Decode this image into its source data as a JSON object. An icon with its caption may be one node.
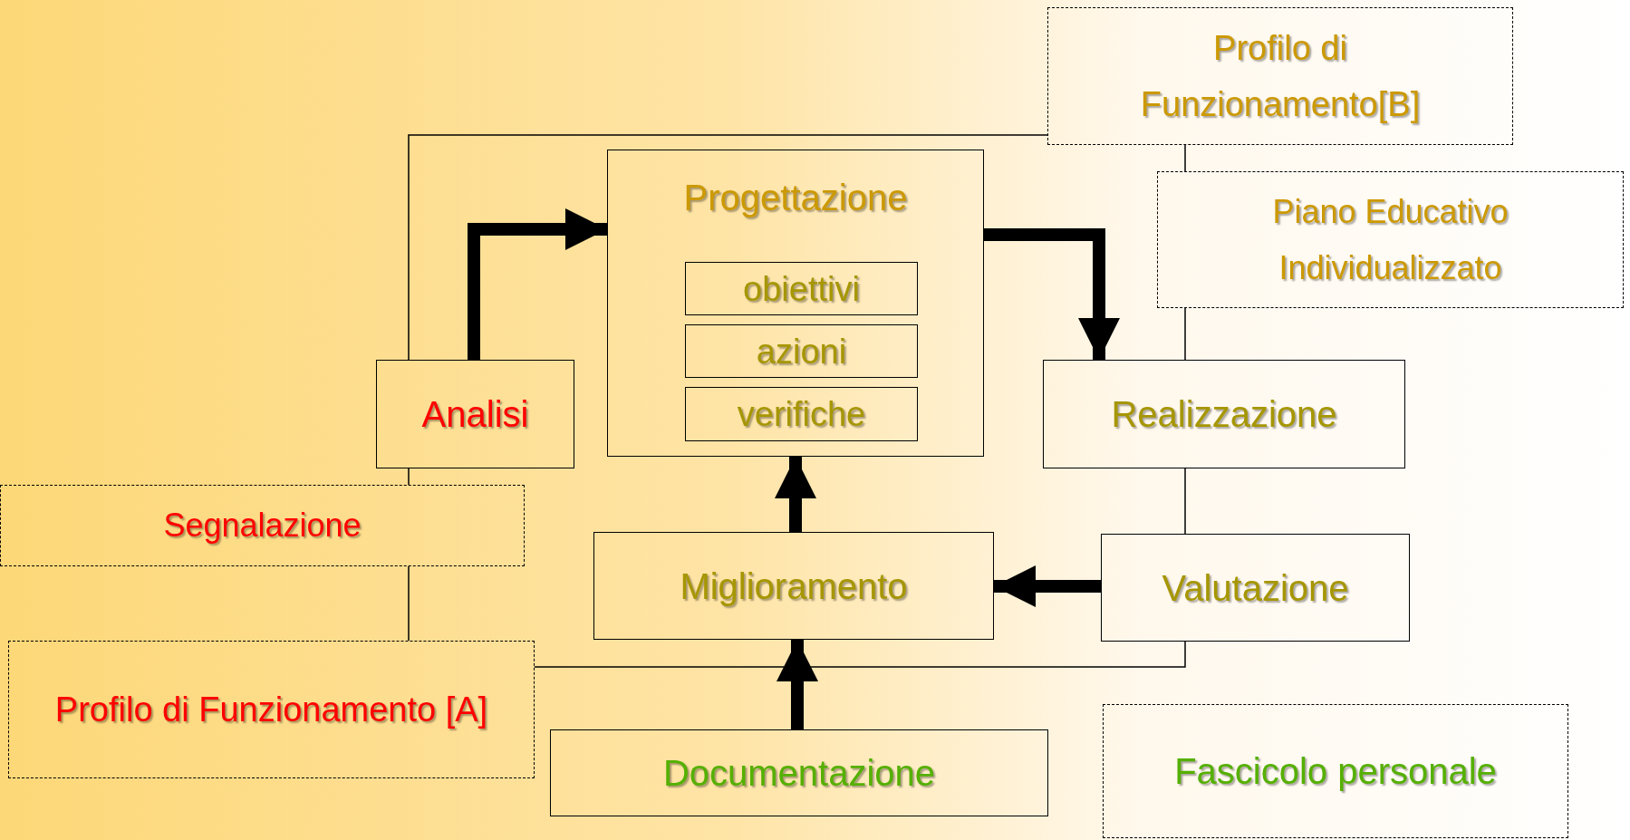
{
  "diagram": {
    "nodes": [
      {
        "text": [
          "Profilo di Funzionamento[B]"
        ]
      },
      {
        "text": [
          "Progettazione"
        ]
      },
      {
        "text": [
          "obiettivi"
        ],
        "in": 1
      },
      {
        "text": [
          "azioni"
        ],
        "in": 1
      },
      {
        "text": [
          "verifiche"
        ],
        "in": 1
      },
      {
        "text": [
          "Piano Educativo Individualizzato"
        ]
      },
      {
        "text": [
          "Analisi"
        ]
      },
      {
        "text": [
          "Realizzazione"
        ]
      },
      {
        "text": [
          "Segnalazione"
        ]
      },
      {
        "text": [
          "Miglioramento"
        ]
      },
      {
        "text": [
          "Valutazione"
        ]
      },
      {
        "text": [
          "Profilo di Funzionamento [A]"
        ]
      },
      {
        "text": [
          "Documentazione"
        ]
      },
      {
        "text": [
          "Fascicolo personale"
        ]
      }
    ],
    "edges": [
      {
        "from": 6,
        "to": 1,
        "arrow": "to",
        "style": "thick"
      },
      {
        "from": 1,
        "to": 7,
        "arrow": "to",
        "style": "thick"
      },
      {
        "from": 10,
        "to": 9,
        "arrow": "to",
        "style": "thick"
      },
      {
        "from": 9,
        "to": 1,
        "arrow": "to",
        "style": "thick"
      },
      {
        "from": 12,
        "to": 9,
        "arrow": "to",
        "style": "thick"
      },
      {
        "from": 6,
        "to": 0,
        "arrow": "none"
      },
      {
        "from": 6,
        "to": 8,
        "arrow": "none"
      },
      {
        "from": 8,
        "to": 11,
        "arrow": "none"
      },
      {
        "from": 11,
        "to": 10,
        "arrow": "none"
      },
      {
        "from": 0,
        "to": 5,
        "arrow": "none"
      },
      {
        "from": 5,
        "to": 7,
        "arrow": "none"
      },
      {
        "from": 7,
        "to": 10,
        "arrow": "none"
      }
    ]
  }
}
